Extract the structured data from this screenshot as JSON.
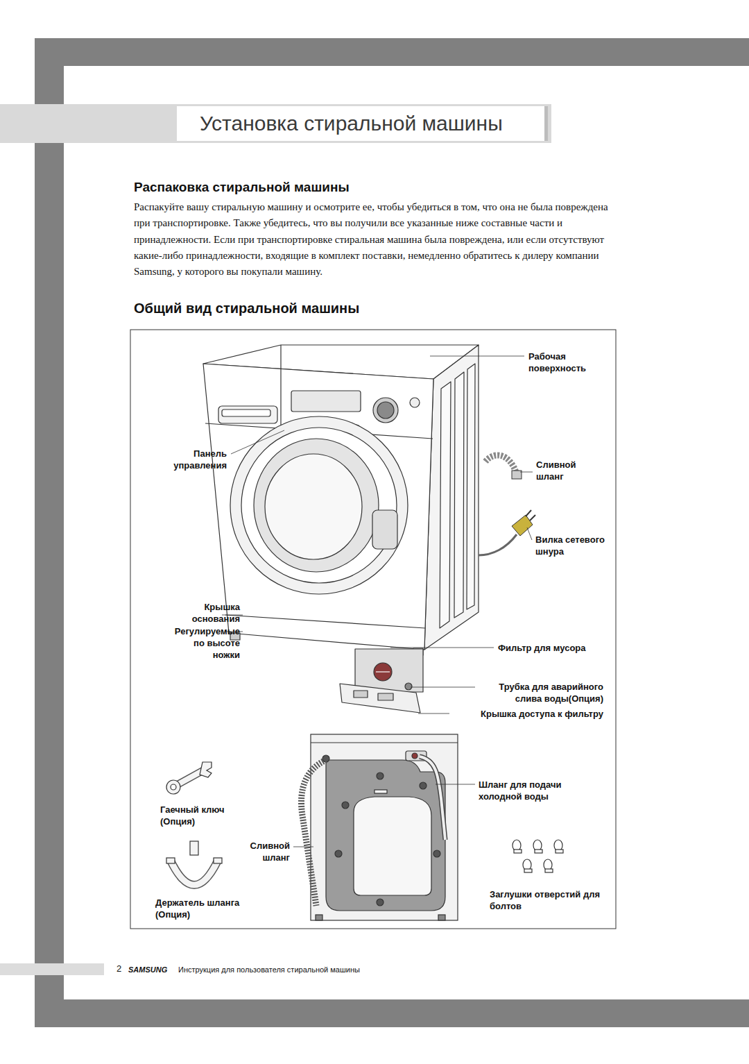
{
  "diagram": {
    "title": "Установка стиральной машины",
    "labels": [
      "Распаковка стиральной машины",
      "Распакуйте вашу стиральную машину и осмотрите ее, чтобы убедиться в том, что она не была повреждена при транспортировке. Также убедитесь, что вы получили все указанные ниже составные части и принадлежности. Если при транспортировке стиральная машина была повреждена, или если отсутствуют какие-либо принадлежности, входящие в комплект поставки, немедленно обратитесь к дилеру компании Samsung, у которого вы покупали машину.",
      "Общий вид стиральной машины",
      "Рабочая поверхность",
      "Панель управления",
      "Сливной шланг",
      "Вилка сетевого шнура",
      "Крышка основания",
      "Регулируемые по высоте ножки",
      "Фильтр для мусора",
      "Трубка для аварийного слива воды(Опция)",
      "Крышка доступа к фильтру",
      "Шланг для подачи холодной воды",
      "Гаечный ключ (Опция)",
      "Сливной шланг",
      "Держатель шланга (Опция)",
      "Заглушки отверстий для болтов",
      "2",
      "SAMSUNG",
      "Инструкция для пользователя стиральной машины"
    ]
  }
}
